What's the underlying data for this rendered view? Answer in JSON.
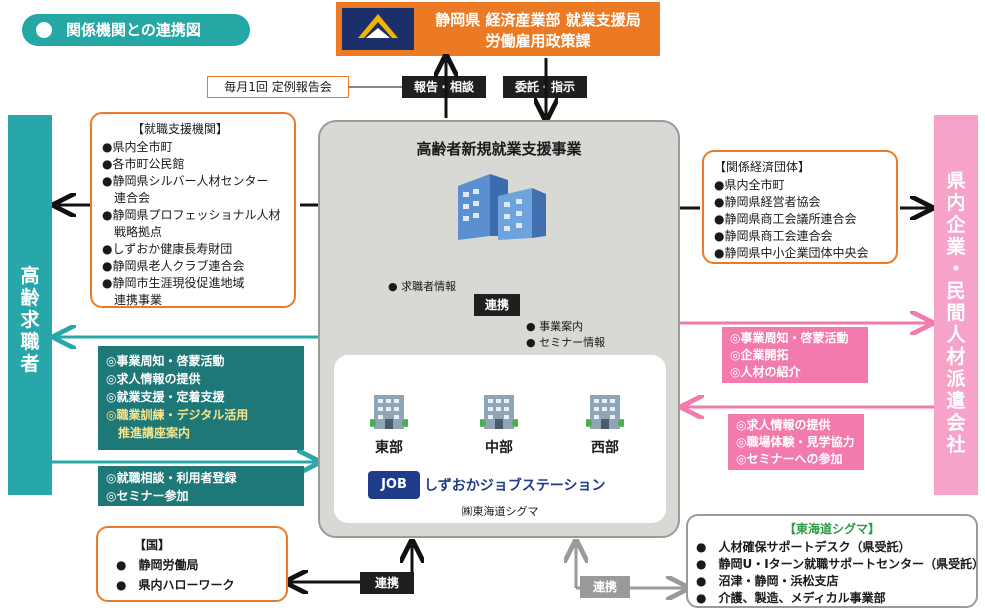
{
  "title": "関係機関との連携図",
  "top_office": {
    "line1": "静岡県 経済産業部 就業支援局",
    "line2": "労働雇用政策課"
  },
  "report_meeting": "毎月1回 定例報告会",
  "top_labels": {
    "report": "報告・相談",
    "commission": "委託・指示"
  },
  "left_side_label": [
    "高",
    "齢",
    "求",
    "職",
    "者"
  ],
  "right_side_label": [
    "県",
    "内",
    "企",
    "業",
    "・",
    "民",
    "間",
    "人",
    "材",
    "派",
    "遣",
    "会",
    "社"
  ],
  "employment_support": {
    "heading": "【就職支援機関】",
    "lines": [
      "●県内全市町",
      "●各市町公民館",
      "●静岡県シルバー人材センター",
      "　連合会",
      "●静岡県プロフェッショナル人材",
      "　戦略拠点",
      "●しずおか健康長寿財団",
      "●静岡県老人クラブ連合会",
      "●静岡市生涯現役促進地域",
      "　連携事業"
    ]
  },
  "economic_groups": {
    "heading": "【関係経済団体】",
    "lines": [
      "●県内全市町",
      "●静岡県経営者協会",
      "●静岡県商工会議所連合会",
      "●静岡県商工会連合会",
      "●静岡県中小企業団体中央会"
    ]
  },
  "center": {
    "title": "高齢者新規就業支援事業",
    "job_seeker_info": "● 求職者情報",
    "renkei": "連携",
    "project_info": "● 事業案内",
    "seminar_info": "● セミナー情報",
    "branches": [
      "東部",
      "中部",
      "西部"
    ],
    "station_name": "しずおかジョブステーション",
    "logo_text": "JOB",
    "operator": "㈱東海道シグマ"
  },
  "teal_box1": [
    "◎事業周知・啓蒙活動",
    "◎求人情報の提供",
    "◎就業支援・定着支援",
    "◎職業訓練・デジタル活用",
    "　推進講座案内"
  ],
  "teal_box2": [
    "◎就職相談・利用者登録",
    "◎セミナー参加"
  ],
  "pink_box1": [
    "◎事業周知・啓蒙活動",
    "◎企業開拓",
    "◎人材の紹介"
  ],
  "pink_box2": [
    "◎求人情報の提供",
    "◎職場体験・見学協力",
    "◎セミナーへの参加"
  ],
  "national": {
    "heading": "【国】",
    "lines": [
      "●　静岡労働局",
      "●　県内ハローワーク"
    ]
  },
  "tokaido": {
    "heading": "【東海道シグマ】",
    "lines": [
      "●　人材確保サポートデスク（県受託）",
      "●　静岡U・Iターン就職サポートセンター（県受託）",
      "●　沼津・静岡・浜松支店",
      "●　介護、製造、メディカル事業部"
    ]
  },
  "bottom_renkei": {
    "left": "連携",
    "right": "連携"
  },
  "colors": {
    "teal": "#27a7a9",
    "dark_teal": "#1f7878",
    "pink": "#f37aac",
    "light_pink": "#f6a2c9",
    "orange": "#ec7a25",
    "grey": "#d8d8d5"
  }
}
